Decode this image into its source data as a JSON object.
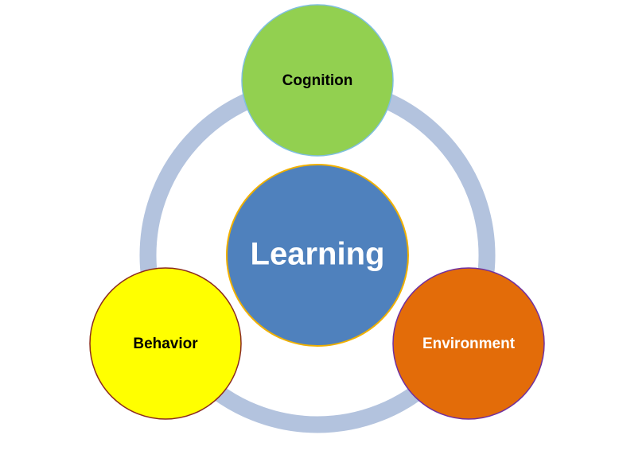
{
  "diagram": {
    "center": {
      "label": "Learning",
      "fill": "#4f81bd",
      "stroke": "#f0b000",
      "text_color": "#ffffff"
    },
    "ring": {
      "color": "#b3c3de"
    },
    "nodes": [
      {
        "id": "cognition",
        "label": "Cognition",
        "fill": "#92d050",
        "stroke": "#7fbfdf",
        "text_color": "#000000"
      },
      {
        "id": "behavior",
        "label": "Behavior",
        "fill": "#ffff00",
        "stroke": "#8b2a1e",
        "text_color": "#000000"
      },
      {
        "id": "environment",
        "label": "Environment",
        "fill": "#e36c09",
        "stroke": "#7030a0",
        "text_color": "#ffffff"
      }
    ]
  }
}
